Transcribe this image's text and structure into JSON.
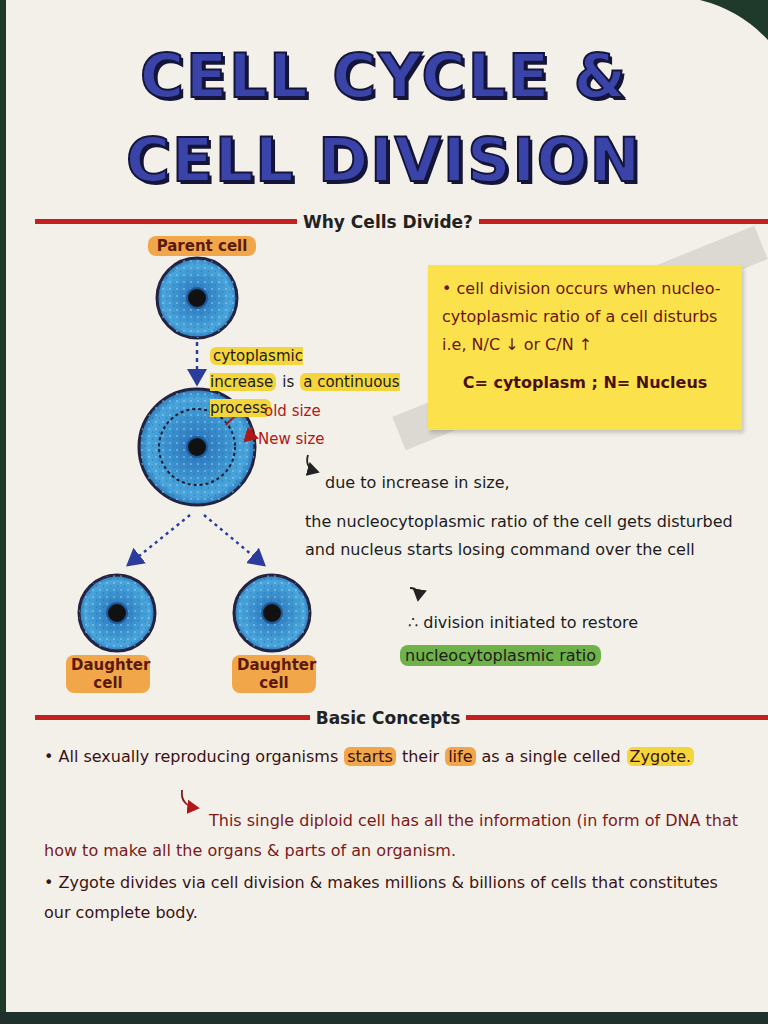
{
  "diagram": {
    "title": "CELL CYCLE & CELL DIVISION",
    "nodes": [
      {
        "text": [
          "Parent cell"
        ]
      },
      {
        "text": [
          "• cell division occurs when nucleo-cytoplasmic ratio of a cell disturbs i.e, N/C ↓ or C/N ↑",
          "C= cytoplasm ; N= Nucleus"
        ]
      },
      {
        "text": [
          "Daughter cell"
        ]
      },
      {
        "text": [
          "Daughter cell"
        ]
      }
    ],
    "labels": [
      "Why Cells Divide?",
      "cytoplasmic increase",
      "is",
      "a continuous process",
      "old size",
      "New size",
      "due to increase in size,",
      "the nucleocytoplasmic ratio of the cell gets disturbed and nucleus starts losing command over the cell",
      "∴ division initiated to restore",
      "nucleocytoplasmic ratio",
      "Basic Concepts",
      "• All sexually reproducing organisms",
      "starts",
      "their",
      "life",
      "as a single",
      "celled",
      "Zygote.",
      "This single diploid cell has all the information (in form of DNA that how to make all the organs & parts of an organism.",
      "• Zygote divides via cell division & makes millions & billions of cells that constitutes our complete body."
    ]
  }
}
